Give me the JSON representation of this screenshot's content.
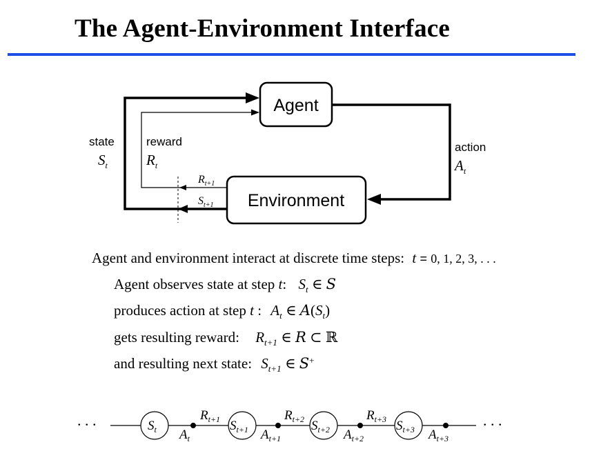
{
  "title": "The Agent-Environment Interface",
  "colors": {
    "rule": "#1a4fe8",
    "ink": "#000000"
  },
  "diagram": {
    "agent_label": "Agent",
    "environment_label": "Environment",
    "state_word": "state",
    "state_sym": "S",
    "state_sub": "t",
    "reward_word": "reward",
    "reward_sym": "R",
    "reward_sub": "t",
    "action_word": "action",
    "action_sym": "A",
    "action_sub": "t",
    "next_reward_sym": "R",
    "next_reward_sub": "t+1",
    "next_state_sym": "S",
    "next_state_sub": "t+1"
  },
  "text": {
    "intro": "Agent and environment interact at discrete time steps:",
    "intro_t": "t",
    "intro_eq": "=",
    "intro_vals": "0, 1, 2, 3, . . .",
    "l1_text": "Agent observes state at step",
    "l1_t": "t",
    "l1_colon": ":",
    "l1_sym": "S",
    "l1_sub": "t",
    "l1_rel": "∈",
    "l1_set": "S",
    "l2_text": "produces action at step",
    "l2_t": "t",
    "l2_colon": " :",
    "l2_sym": "A",
    "l2_sub": "t",
    "l2_rel": "∈",
    "l2_set": "A",
    "l2_open": "(",
    "l2_arg": "S",
    "l2_arg_sub": "t",
    "l2_close": ")",
    "l3_text": "gets resulting reward:",
    "l3_sym": "R",
    "l3_sub": "t+1",
    "l3_rel": "∈",
    "l3_set": "R",
    "l3_subset": "⊂",
    "l3_reals": "ℝ",
    "l4_text": "and resulting next state:",
    "l4_sym": "S",
    "l4_sub": "t+1",
    "l4_rel": "∈",
    "l4_set": "S",
    "l4_plus": "+"
  },
  "sequence": {
    "ellipsis_left": ". . .",
    "ellipsis_right": ". . .",
    "states": [
      {
        "sym": "S",
        "sub": "t"
      },
      {
        "sym": "S",
        "sub": "t+1"
      },
      {
        "sym": "S",
        "sub": "t+2"
      },
      {
        "sym": "S",
        "sub": "t+3"
      }
    ],
    "rewards": [
      {
        "sym": "R",
        "sub": "t+1"
      },
      {
        "sym": "R",
        "sub": "t+2"
      },
      {
        "sym": "R",
        "sub": "t+3"
      }
    ],
    "actions": [
      {
        "sym": "A",
        "sub": "t"
      },
      {
        "sym": "A",
        "sub": "t+1"
      },
      {
        "sym": "A",
        "sub": "t+2"
      },
      {
        "sym": "A",
        "sub": "t+3"
      }
    ]
  }
}
